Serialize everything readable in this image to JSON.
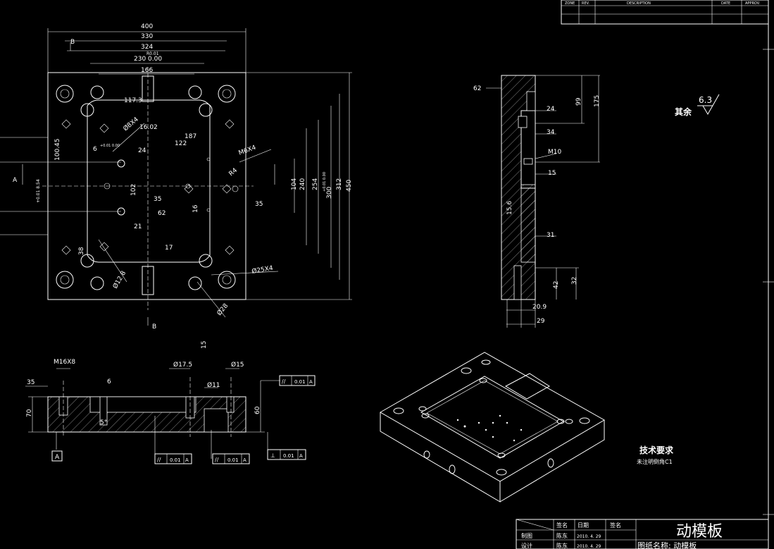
{
  "revision_header": {
    "zone": "ZONE",
    "rev": "REV.",
    "description": "DESCRIPTION",
    "date": "DATE",
    "approved": "APPROV."
  },
  "top_view": {
    "dims": [
      "400",
      "330",
      "324",
      "B",
      "R0.01",
      "230 0.00",
      "166",
      "117.3",
      "Ø8X4",
      "16.02",
      "187",
      "122",
      "+0.01 0.00",
      "24",
      "M6X4",
      "R4",
      "6",
      "100.45",
      "A",
      "+0.01 8.54",
      "102",
      "35",
      "62",
      "104",
      "240",
      "300",
      "254",
      "312",
      "+0.01 0.00",
      "450",
      "35",
      "16",
      "21",
      "17",
      "38",
      "Ø12 8",
      "Ø25X4",
      "Ø28",
      "B"
    ]
  },
  "side_view": {
    "dims": [
      "62",
      "24",
      "99",
      "175",
      "34",
      "M10",
      "15",
      "15.6",
      "31",
      "42",
      "32",
      "20.9",
      "29"
    ]
  },
  "roughness": {
    "value": "6.3",
    "note": "其余"
  },
  "section_view": {
    "dims": [
      "M16X8",
      "35",
      "6",
      "70",
      "5°",
      "Ø17.5",
      "15",
      "Ø15",
      "Ø11",
      "60"
    ],
    "datum": "A",
    "tolerances": [
      {
        "symbol": "//",
        "value": "0.01",
        "datum": "A"
      },
      {
        "symbol": "//",
        "value": "0.01",
        "datum": "A"
      },
      {
        "symbol": "//",
        "value": "0.01",
        "datum": "A"
      },
      {
        "symbol": "⊥",
        "value": "0.01",
        "datum": "A"
      }
    ]
  },
  "tech_requirements": {
    "title": "技术要求",
    "note": "未注明倒角C1"
  },
  "title_block": {
    "col_sign": "签名",
    "col_date": "日期",
    "col_sign2": "签名",
    "row1_label": "制图",
    "row1_name": "陈东",
    "row1_date": "2010. 4. 29",
    "row2_label": "设计",
    "row2_name": "陈东",
    "row2_date": "2010. 4. 29",
    "part_name": "动模板",
    "drawing_name": "图纸名称: 动模板"
  }
}
